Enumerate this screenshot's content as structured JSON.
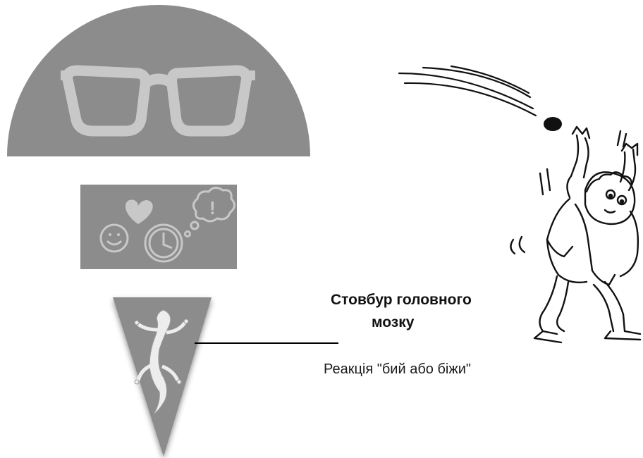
{
  "brainstem_label": {
    "line1": "Стовбур головного",
    "line2": "мозку"
  },
  "reaction_label": "Реакція \"бий або біжи\"",
  "icons": {
    "top": "glasses-icon",
    "middle": [
      "smiley-icon",
      "heart-icon",
      "clock-icon",
      "thought-bubble-icon"
    ],
    "bottom": "lizard-icon",
    "figure": "frightened-person-illustration"
  },
  "colors": {
    "shape_fill": "#8c8c8c",
    "icon_fill": "#c8c8c8",
    "line": "#000000"
  }
}
